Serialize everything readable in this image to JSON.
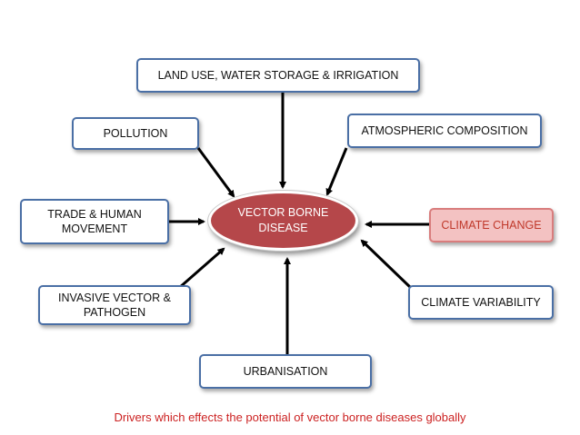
{
  "center_node": {
    "label": "VECTOR BORNE\nDISEASE"
  },
  "nodes": {
    "land_use": "LAND USE, WATER STORAGE & IRRIGATION",
    "pollution": "POLLUTION",
    "atmospheric": "ATMOSPHERIC COMPOSITION",
    "trade": "TRADE & HUMAN\nMOVEMENT",
    "climate_change": "CLIMATE CHANGE",
    "invasive": "INVASIVE VECTOR &\nPATHOGEN",
    "climate_variability": "CLIMATE VARIABILITY",
    "urbanisation": "URBANISATION"
  },
  "caption": "Drivers which effects the potential of vector borne diseases globally",
  "colors": {
    "box_border": "#4a6fa5",
    "center_fill": "#b5474a",
    "highlight_fill": "#f3c2c2",
    "highlight_text": "#c0392b",
    "caption_text": "#cc2222",
    "arrow": "#000000"
  }
}
